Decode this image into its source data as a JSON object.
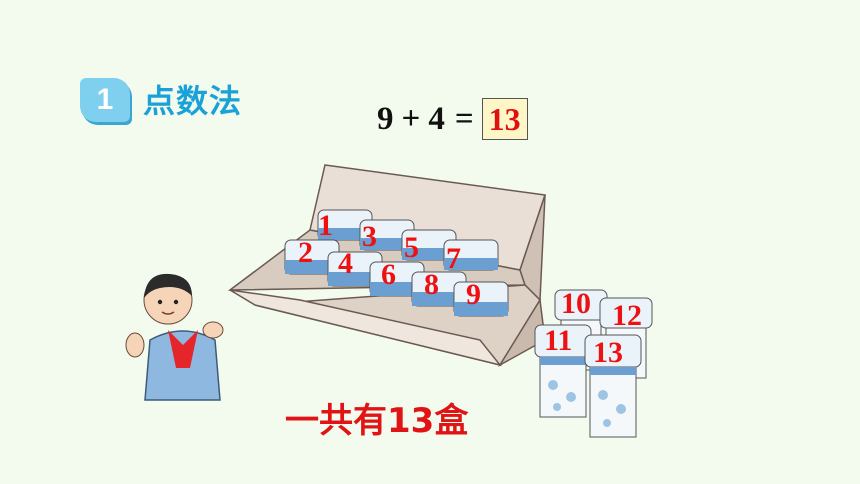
{
  "section": {
    "number": "1",
    "title": "点数法"
  },
  "equation": {
    "a": "9",
    "op": "+",
    "b": "4",
    "eq": "=",
    "answer": "13"
  },
  "box_numbers": [
    "1",
    "2",
    "3",
    "4",
    "5",
    "6",
    "7",
    "8",
    "9"
  ],
  "loose_numbers": [
    "10",
    "12",
    "11",
    "13"
  ],
  "total_text": "一共有13盒",
  "colors": {
    "accent": "#1aa2d8",
    "red": "#e01414",
    "background": "#f3fbee"
  }
}
